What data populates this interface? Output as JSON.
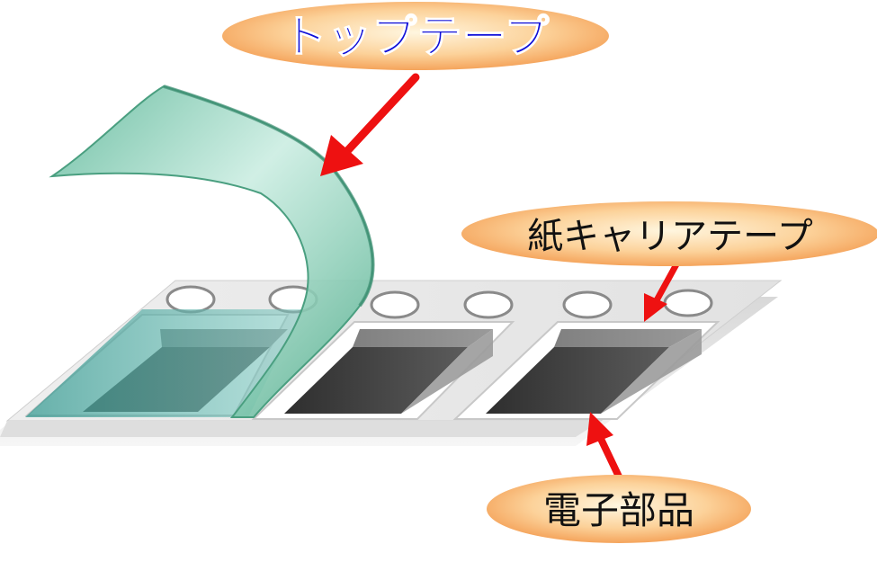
{
  "labels": {
    "top_tape": "トップテープ",
    "paper_carrier_tape": "紙キャリアテープ",
    "component": "電子部品"
  },
  "colors": {
    "label_fill_center": "#fff3d6",
    "label_fill_edge": "#f6a259",
    "top_tape_text": "#1010d8",
    "label_text": "#111111",
    "arrow": "#ee1111",
    "top_tape_film": "#7fd0b4",
    "component_body": "#3a3a3a"
  }
}
